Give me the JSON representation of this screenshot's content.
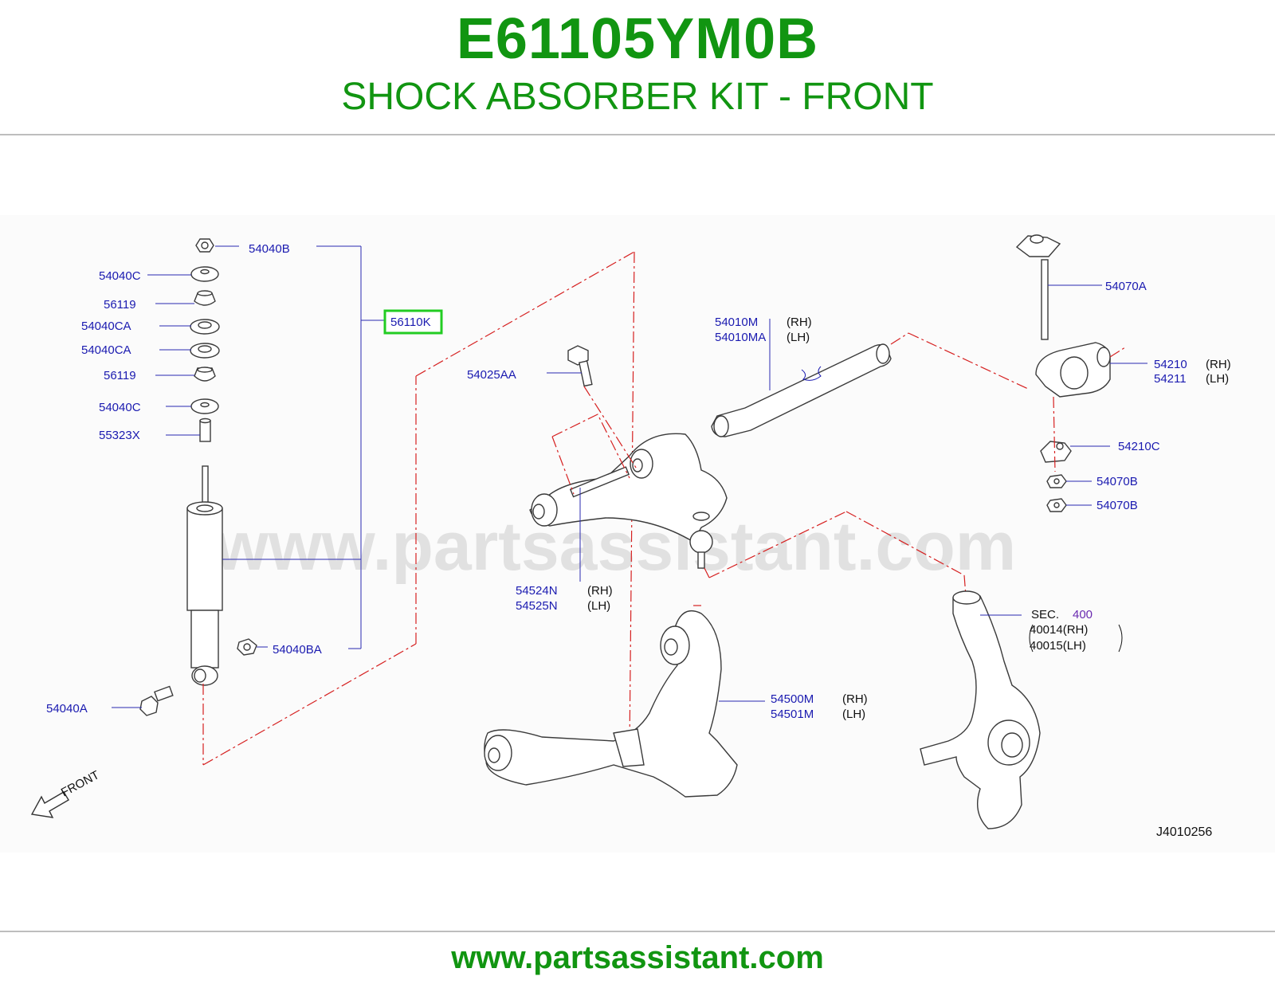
{
  "header": {
    "part_number": "E61105YM0B",
    "title": "SHOCK ABSORBER KIT - FRONT"
  },
  "diagram": {
    "watermark": "www.partsassistant.com",
    "highlight_color": "#22cc22",
    "labels": {
      "p54040B": "54040B",
      "p54040C_1": "54040C",
      "p56119_1": "56119",
      "p54040CA_1": "54040CA",
      "p54040CA_2": "54040CA",
      "p56119_2": "56119",
      "p54040C_2": "54040C",
      "p55323X": "55323X",
      "p56110K": "56110K",
      "p54040BA": "54040BA",
      "p54040A": "54040A",
      "p54025AA": "54025AA",
      "p54010M": "54010M",
      "p54010MA": "54010MA",
      "rh1": "(RH)",
      "lh1": "(LH)",
      "p54524N": "54524N",
      "p54525N": "54525N",
      "rh2": "(RH)",
      "lh2": "(LH)",
      "p54500M": "54500M",
      "p54501M": "54501M",
      "rh3": "(RH)",
      "lh3": "(LH)",
      "p54070A": "54070A",
      "p54210": "54210",
      "p54211": "54211",
      "rh4": "(RH)",
      "lh4": "(LH)",
      "p54210C": "54210C",
      "p54070B_1": "54070B",
      "p54070B_2": "54070B",
      "sec": "SEC.",
      "sec_num": "400",
      "p40014": "40014(RH)",
      "p40015": "40015(LH)",
      "front": "FRONT",
      "diagram_id": "J4010256"
    }
  },
  "footer": {
    "url": "www.partsassistant.com"
  }
}
